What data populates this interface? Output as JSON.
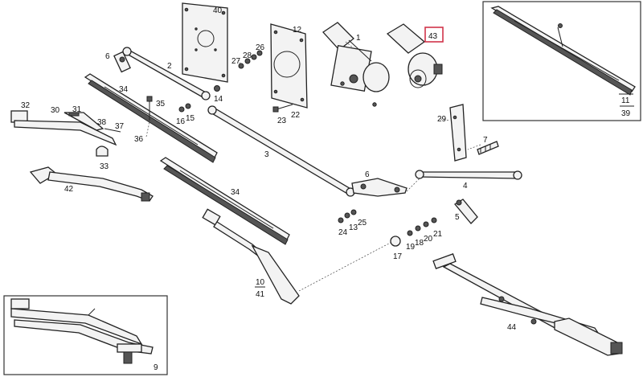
{
  "diagram": {
    "highlight_color": "#d0344a",
    "callouts": {
      "p1": "1",
      "p2": "2",
      "p3": "3",
      "p4": "4",
      "p5": "5",
      "p6a": "6",
      "p6b": "6",
      "p7": "7",
      "p9": "9",
      "p12": "12",
      "p13": "13",
      "p14": "14",
      "p15": "15",
      "p16": "16",
      "p17": "17",
      "p18": "18",
      "p19": "19",
      "p20": "20",
      "p21": "21",
      "p22": "22",
      "p23": "23",
      "p24": "24",
      "p25": "25",
      "p26": "26",
      "p27": "27",
      "p28": "28",
      "p29": "29",
      "p30": "30",
      "p31": "31",
      "p32": "32",
      "p33": "33",
      "p34a": "34",
      "p34b": "34",
      "p35": "35",
      "p36": "36",
      "p37": "37",
      "p38": "38",
      "p40": "40",
      "p42": "42",
      "p43": "43",
      "p44": "44",
      "f11_39_top": "11",
      "f11_39_bot": "39",
      "f10_41_top": "10",
      "f10_41_bot": "41"
    }
  }
}
